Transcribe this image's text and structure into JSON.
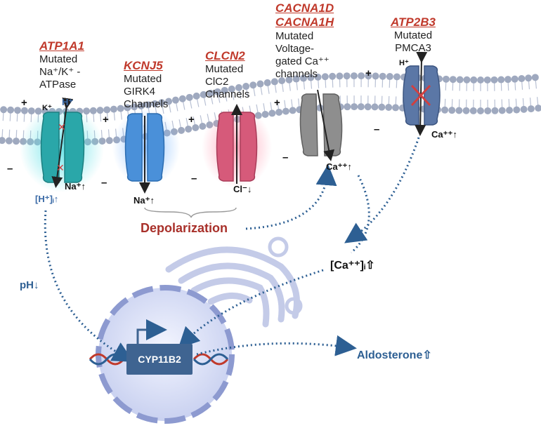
{
  "channels": [
    {
      "id": "atp1a1",
      "gene": "ATP1A1",
      "desc": [
        "Mutated",
        "Na⁺/K⁺ -",
        "ATPase"
      ]
    },
    {
      "id": "kcnj5",
      "gene": "KCNJ5",
      "desc": [
        "Mutated",
        "GIRK4",
        "Channels"
      ]
    },
    {
      "id": "clcn2",
      "gene": "CLCN2",
      "desc": [
        "Mutated",
        "ClC2",
        "Channels"
      ]
    },
    {
      "id": "cacna",
      "gene": [
        "CACNA1D",
        "CACNA1H"
      ],
      "desc": [
        "Mutated",
        "Voltage-",
        "gated Ca⁺⁺",
        "channels"
      ]
    },
    {
      "id": "atp2b3",
      "gene": "ATP2B3",
      "desc": [
        "Mutated",
        "PMCA3"
      ]
    }
  ],
  "ions": {
    "k_plus": "K⁺",
    "h_plus_top": "H⁺",
    "na_atp": "Na⁺↑",
    "h_int": "[H⁺]ᵢ↑",
    "na_kcnj": "Na⁺↑",
    "cl": "Cl⁻↓",
    "ca_cacna": "Ca⁺⁺↑",
    "h_pmca": "H⁺",
    "ca_pmca": "Ca⁺⁺↑"
  },
  "signs": {
    "plus": "+",
    "minus": "–"
  },
  "labels": {
    "depolarization": "Depolarization",
    "ca_intracellular": "[Ca⁺⁺]ᵢ⇧",
    "ph": "pH↓",
    "gene": "CYP11B2",
    "aldosterone": "Aldosterone⇧"
  },
  "colors": {
    "gene_red": "#c0392b",
    "teal": "#2aa7a9",
    "blue_channel": "#4a90d9",
    "pink": "#d65a7a",
    "gray": "#8e8e8e",
    "pmca": "#5b77a6",
    "membrane": "#9fa9bf",
    "nucleus": "#b7c2e8",
    "arrow_blue": "#2d5f93",
    "depol": "#a8302a"
  }
}
